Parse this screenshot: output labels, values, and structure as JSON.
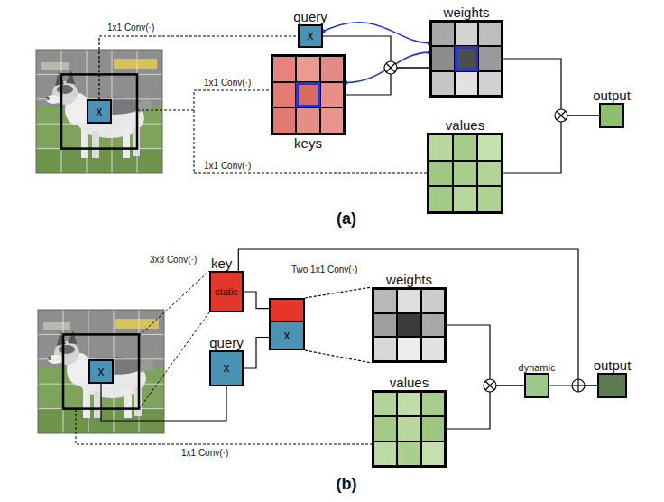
{
  "diagram": {
    "nodes": [
      {
        "text": [
          "x"
        ]
      },
      {
        "text": [
          "query",
          "x"
        ]
      },
      {
        "text": [
          "keys"
        ]
      },
      {
        "text": [
          "weights"
        ]
      },
      {
        "text": [
          "values"
        ]
      },
      {
        "text": [
          "output"
        ]
      },
      {
        "text": [
          "x"
        ]
      },
      {
        "text": [
          "key",
          "static"
        ]
      },
      {
        "text": [
          "query",
          "x"
        ]
      },
      {
        "text": [
          "x"
        ]
      },
      {
        "text": [
          "weights"
        ]
      },
      {
        "text": [
          "values"
        ]
      },
      {
        "text": [
          "dynamic"
        ]
      },
      {
        "text": [
          "output"
        ]
      }
    ],
    "edges": [
      {
        "from": 0,
        "to": 1,
        "label": "1x1 Conv(·)",
        "arrow": "none"
      },
      {
        "from": 1,
        "to": 3,
        "arrow": "none"
      },
      {
        "from": 2,
        "to": 3,
        "arrow": "none"
      },
      {
        "from": 1,
        "to": 3,
        "arrow": "none"
      },
      {
        "from": 2,
        "to": 3,
        "arrow": "none"
      },
      {
        "from": 3,
        "to": 5,
        "arrow": "none"
      },
      {
        "from": 4,
        "to": 5,
        "arrow": "none"
      },
      {
        "from": 6,
        "to": 8,
        "arrow": "none"
      },
      {
        "from": 7,
        "to": 9,
        "arrow": "none"
      },
      {
        "from": 8,
        "to": 9,
        "arrow": "none"
      },
      {
        "from": 9,
        "to": 10,
        "label": "Two 1x1 Conv(·)",
        "arrow": "none"
      },
      {
        "from": 9,
        "to": 10,
        "arrow": "none"
      },
      {
        "from": 10,
        "to": 12,
        "arrow": "none"
      },
      {
        "from": 11,
        "to": 12,
        "arrow": "none"
      },
      {
        "from": 12,
        "to": 13,
        "arrow": "none"
      },
      {
        "from": 7,
        "to": 13,
        "arrow": "none"
      }
    ],
    "labels": [
      "1x1 Conv(·)",
      "1x1 Conv(·)",
      "(a)",
      "3x3 Conv(·)",
      "1x1 Conv(·)",
      "(b)"
    ]
  }
}
